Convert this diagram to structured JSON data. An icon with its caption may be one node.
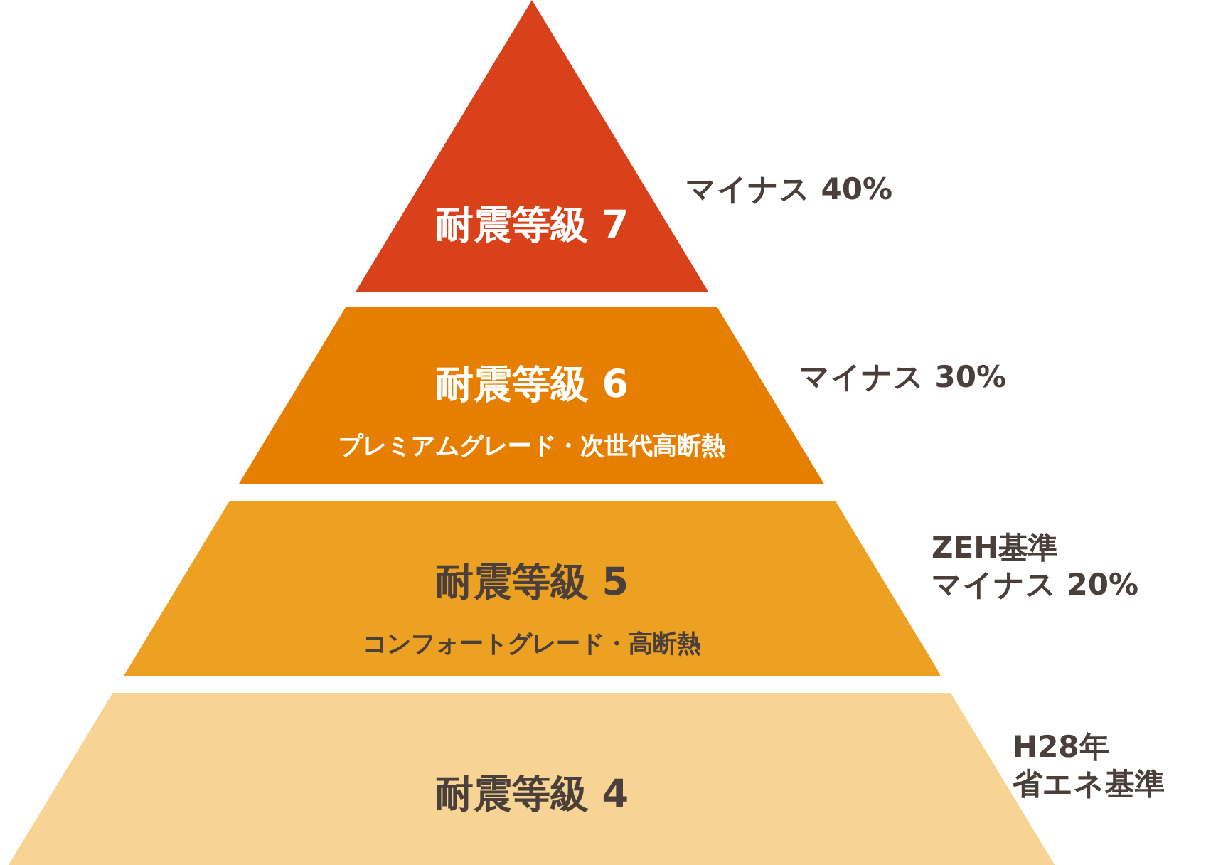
{
  "diagram": {
    "nodes": [
      {
        "text": [
          "耐震等級 7"
        ],
        "beside": [
          "マイナス 40%"
        ]
      },
      {
        "text": [
          "耐震等級 6",
          "プレミアムグレード・次世代高断熱"
        ],
        "beside": [
          "マイナス 30%"
        ]
      },
      {
        "text": [
          "耐震等級 5",
          "コンフォートグレード・高断熱"
        ],
        "beside": [
          "ZEH基準",
          "マイナス 20%"
        ]
      },
      {
        "text": [
          "耐震等級 4"
        ],
        "beside": [
          "H28年",
          "省エネ基準"
        ]
      }
    ]
  }
}
